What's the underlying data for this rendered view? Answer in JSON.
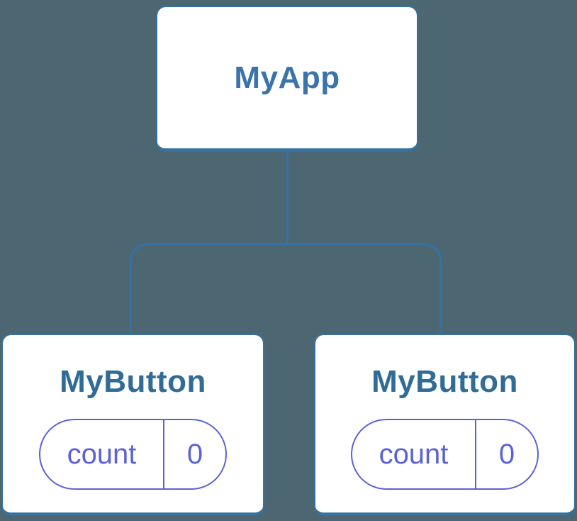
{
  "tree": {
    "root": {
      "label": "MyApp",
      "children": [
        {
          "label": "MyButton",
          "state": {
            "name": "count",
            "value": "0"
          }
        },
        {
          "label": "MyButton",
          "state": {
            "name": "count",
            "value": "0"
          }
        }
      ]
    }
  },
  "colors": {
    "background": "#4C6771",
    "node_fill": "#FFFFFF",
    "node_border": "#36719F",
    "connector": "#36719F",
    "root_title": "#3B74AA",
    "child_title": "#306C96",
    "state_pill": "#5C62D6"
  }
}
